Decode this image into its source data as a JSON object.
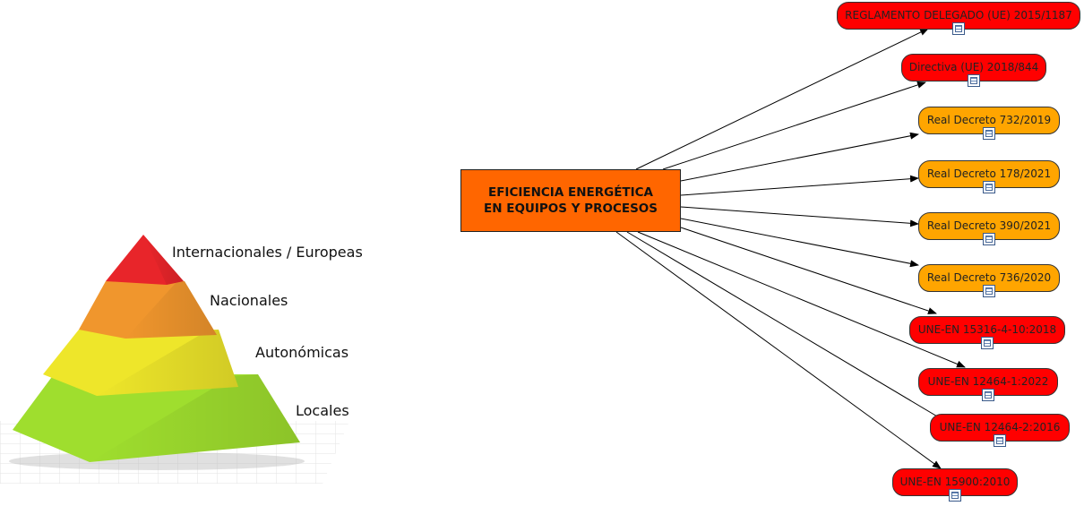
{
  "pyramid": {
    "levels": [
      {
        "label": "Internacionales / Europeas",
        "color": "#e8252a"
      },
      {
        "label": "Nacionales",
        "color": "#f0962d"
      },
      {
        "label": "Autonómicas",
        "color": "#eee62a"
      },
      {
        "label": "Locales",
        "color": "#9fde2e"
      }
    ]
  },
  "center": {
    "line1": "EFICIENCIA ENERGÉTICA",
    "line2": "EN EQUIPOS Y PROCESOS",
    "color": "#ff6600"
  },
  "nodes": [
    {
      "label": "REGLAMENTO DELEGADO (UE) 2015/1187",
      "color": "#ff0000",
      "icon": "document-icon"
    },
    {
      "label": "Directiva (UE) 2018/844",
      "color": "#ff0000",
      "icon": "document-icon"
    },
    {
      "label": "Real Decreto 732/2019",
      "color": "#ffa500",
      "icon": "document-icon"
    },
    {
      "label": "Real Decreto 178/2021",
      "color": "#ffa500",
      "icon": "document-icon"
    },
    {
      "label": "Real Decreto 390/2021",
      "color": "#ffa500",
      "icon": "document-icon"
    },
    {
      "label": "Real Decreto 736/2020",
      "color": "#ffa500",
      "icon": "document-icon"
    },
    {
      "label": "UNE-EN 15316-4-10:2018",
      "color": "#ff0000",
      "icon": "document-icon"
    },
    {
      "label": "UNE-EN 12464-1:2022",
      "color": "#ff0000",
      "icon": "document-icon"
    },
    {
      "label": "UNE-EN 12464-2:2016",
      "color": "#ff0000",
      "icon": "document-icon"
    },
    {
      "label": "UNE-EN 15900:2010",
      "color": "#ff0000",
      "icon": "document-icon"
    }
  ]
}
